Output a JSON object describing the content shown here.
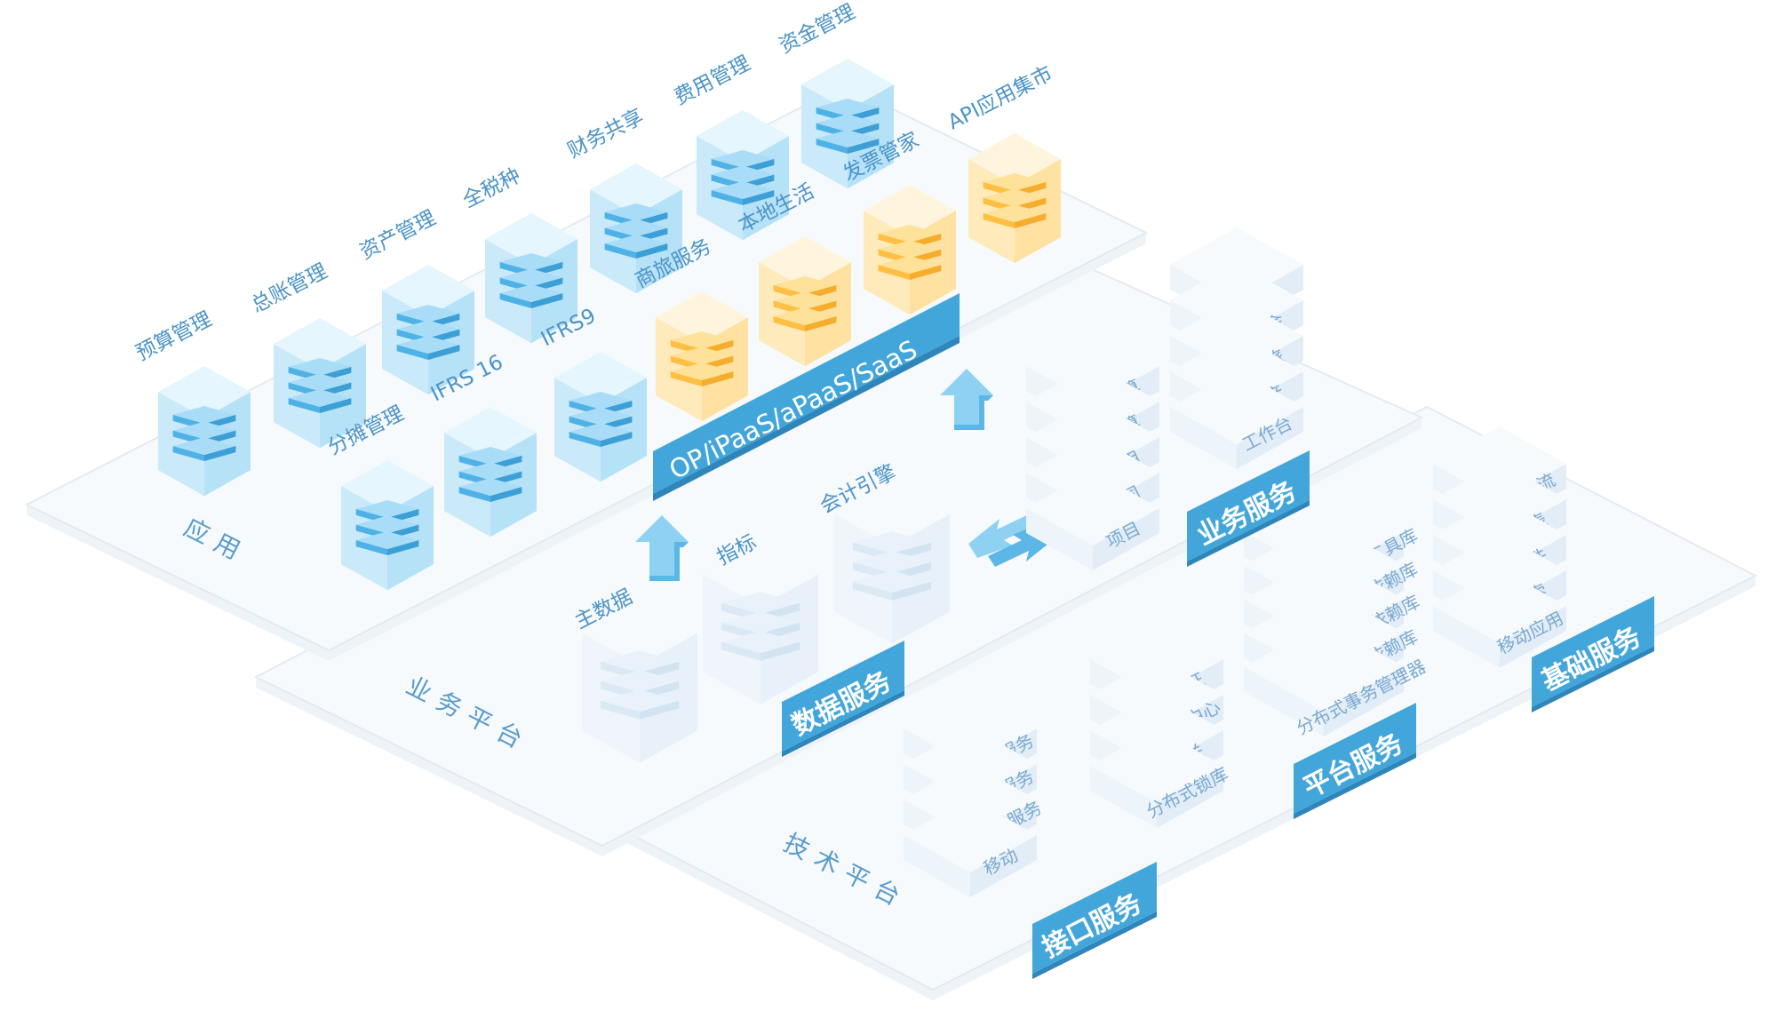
{
  "colors": {
    "accent": "#3fa2d8",
    "banner": "#43a6da",
    "blue_cube": "#6ec4ee",
    "orange_cube": "#ffc95a",
    "plate": "#f7fafd"
  },
  "layers": {
    "application": "应用",
    "business_platform": "业务平台",
    "tech_platform": "技术平台"
  },
  "application": {
    "blue_modules": [
      "预算管理",
      "总账管理",
      "资产管理",
      "全税种",
      "财务共享",
      "费用管理",
      "资金管理"
    ],
    "blue_modules_row2": [
      "分摊管理",
      "IFRS 16",
      "IFRS9"
    ],
    "orange_modules": [
      "商旅服务",
      "本地生活",
      "发票管家",
      "API应用集市"
    ]
  },
  "api_banner": "OP/iPaaS/aPaaS/SaaS",
  "business": {
    "accounting_engine": "会计引擎",
    "indicator": "指标",
    "master_data": "主数据",
    "data_service_title": "数据服务",
    "business_service_title": "业务服务",
    "business_stack_1": [
      "核算",
      "预算",
      "费用",
      "合同",
      "项目"
    ],
    "business_stack_2": [
      "税",
      "资金",
      "商旅",
      "资产",
      "工作台"
    ]
  },
  "tech": {
    "interface_service_title": "接口服务",
    "interface_stack": [
      "基础服务",
      "业务服务",
      "主数据服务",
      "移动"
    ],
    "platform_service_title": "平台服务",
    "platform_stack_small": [
      "认证",
      "注册中心",
      "网关",
      "分布式锁库"
    ],
    "platform_stack_large": [
      "框架核心工具库",
      "微服务父依赖库",
      "swagger依赖库",
      "应用共享依赖库",
      "分布式事务管理器"
    ],
    "basic_service_title": "基础服务",
    "basic_stack": [
      "工作流",
      "报表",
      "文件",
      "检索",
      "移动应用"
    ]
  }
}
